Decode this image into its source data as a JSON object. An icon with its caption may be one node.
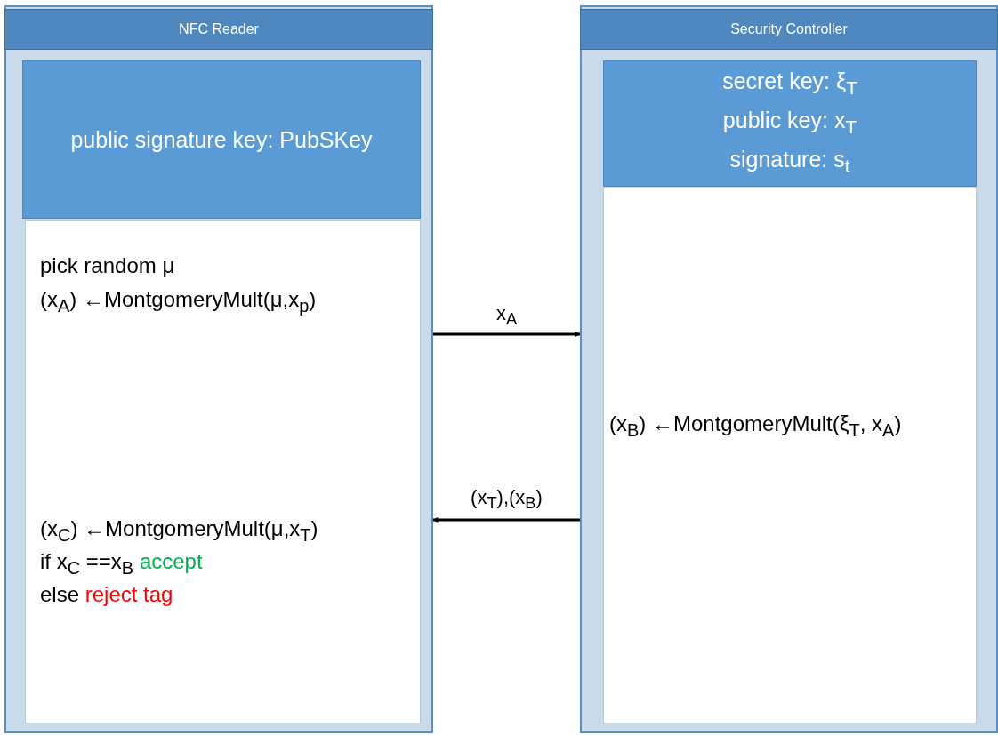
{
  "diagram": {
    "nodes": [
      {
        "text": [
          "NFC Reader"
        ]
      },
      {
        "text": [
          "public signature key: PubSKey"
        ],
        "in": 0
      },
      {
        "text": [
          "pick random μ",
          "(x$_{A}$) ←MontgomeryMult(μ,x$_{p}$)",
          "(x$_{C}$)  ←MontgomeryMult(μ,x$_{T}$)",
          "if x$_{C}$ ==x$_{B}$",
          "accept",
          "else",
          "reject tag"
        ],
        "in": 0
      },
      {
        "text": [
          "Security Controller"
        ]
      },
      {
        "text": [
          "secret key: ξ$_{T}$",
          "public key: x$_{T}$",
          "signature: s$_{t}$"
        ],
        "in": 3
      },
      {
        "text": [
          "(x$_{B}$) ←MontgomeryMult(ξ$_{T}$, x$_{A}$)"
        ],
        "in": 3
      }
    ],
    "edges": [
      {
        "from": 0,
        "to": 3,
        "arrow": "to",
        "label": "x$_{A}$"
      },
      {
        "from": 3,
        "to": 0,
        "arrow": "to",
        "label": "(x$_{T}$),(x$_{B}$)"
      }
    ]
  }
}
